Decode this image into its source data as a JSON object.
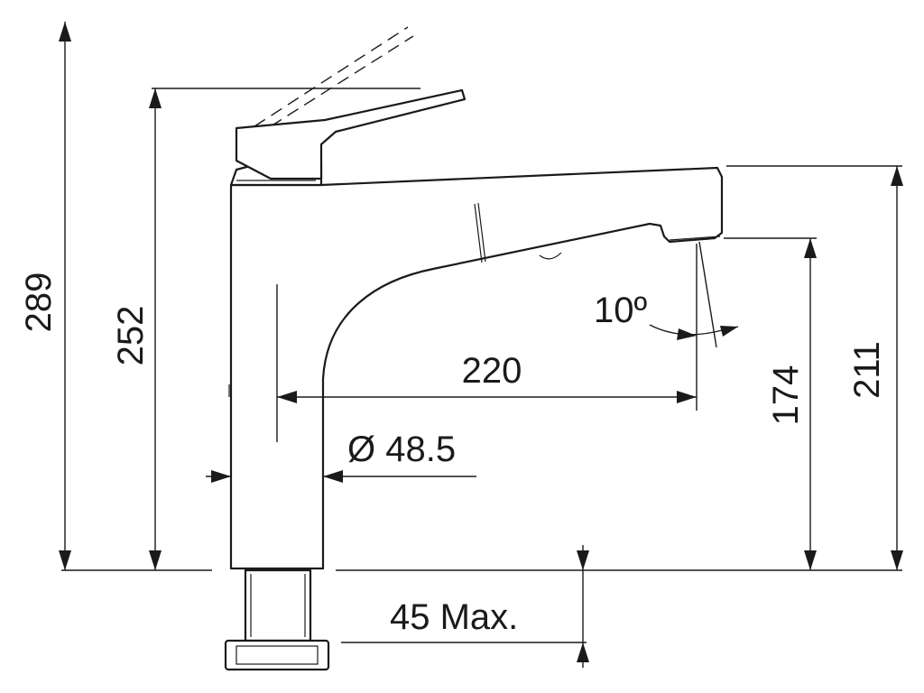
{
  "dimensions": {
    "total_height": "289",
    "lever_height": "252",
    "spout_height": "211",
    "outlet_height": "174",
    "reach": "220",
    "base_diameter": "Ø 48.5",
    "counter_thickness": "45 Max.",
    "spray_angle": "10º"
  }
}
